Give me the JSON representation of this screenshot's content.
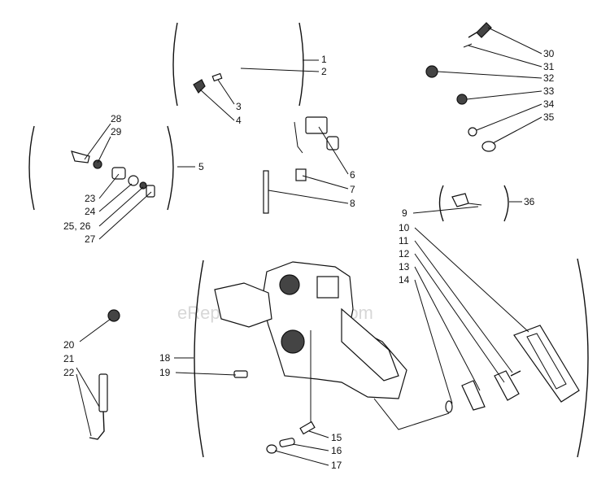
{
  "watermark": "eReplacementParts.com",
  "callouts": {
    "c1": "1",
    "c2": "2",
    "c3": "3",
    "c4": "4",
    "c5": "5",
    "c6": "6",
    "c7": "7",
    "c8": "8",
    "c9": "9",
    "c10": "10",
    "c11": "11",
    "c12": "12",
    "c13": "13",
    "c14": "14",
    "c15": "15",
    "c16": "16",
    "c17": "17",
    "c18": "18",
    "c19": "19",
    "c20": "20",
    "c21": "21",
    "c22": "22",
    "c23": "23",
    "c24": "24",
    "c25_26": "25, 26",
    "c27": "27",
    "c28": "28",
    "c29": "29",
    "c30": "30",
    "c31": "31",
    "c32": "32",
    "c33": "33",
    "c34": "34",
    "c35": "35",
    "c36": "36"
  }
}
